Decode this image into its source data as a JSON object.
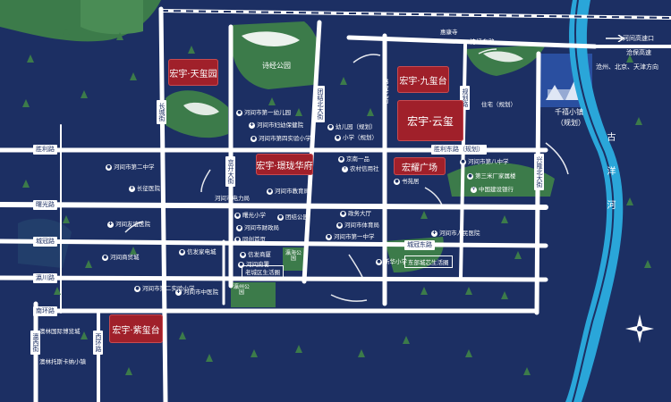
{
  "colors": {
    "background": "#1c2f63",
    "road": "#ffffff",
    "park": "#3c7b4a",
    "river": "#2aa6d9",
    "brand": "#a0202a"
  },
  "roads": {
    "shengli": "胜利路",
    "shuguang": "曙光路",
    "chengguan": "城冠路",
    "yingchuan": "瀛川路",
    "nanhuan": "南环路",
    "yingxi": "瀛西街",
    "xihuan": "西环路",
    "changsheng": "长城街",
    "jingkai": "京开大街",
    "tuanjie": "团结北大街",
    "shuyuan": "书院北街",
    "guihua": "规划路",
    "shijingdong": "诗经东路",
    "shenglidong_plan": "胜利东路（规划）",
    "xinglongbei": "兴隆北大街",
    "chengguandong": "城冠东路"
  },
  "highway": {
    "name1": "河间高速口",
    "name2": "沧保高速",
    "dest": "沧州、北京、天津方向"
  },
  "parks": {
    "shijing": "诗经公园",
    "yinghai": "瀛海公园",
    "yingzhou": "瀛州公园"
  },
  "river": {
    "name": "古洋河"
  },
  "town": {
    "name": "千禧小镇",
    "note": "（规划）"
  },
  "brands": {
    "tianxi": "宏宇·天玺园",
    "jiuxi": "宏宇·九玺台",
    "yunxi": "宏宇·云玺",
    "jinglong": "宏宇·璟珑华府",
    "zixi": "宏宇·紫玺台",
    "hongyao": "宏耀广场"
  },
  "pois": {
    "huikang": "惠康寺",
    "kindergarten1": "河间市第一幼儿园",
    "health": "河间市妇幼保健院",
    "school4": "河间市第四实验小学",
    "kindergarten": "幼儿园（规划）",
    "primary": "小学（规划）",
    "residence": "住宅（规划）",
    "jingnan": "京南一品",
    "rural": "农村信用社",
    "shuyuanju": "书苑居",
    "middle8": "河间市第八中学",
    "factory3": "第三米厂家属楼",
    "ccb": "中国建设银行",
    "middle2": "河间市第二中学",
    "changzheng": "长征医院",
    "power": "河间市电力局",
    "education": "河间市教育局",
    "youyi": "河间友谊医院",
    "shuguangschool": "曙光小学",
    "tuanjiepark": "团结公园",
    "finance": "河间市财政局",
    "agri": "同创首页",
    "govhall": "政务大厅",
    "sports": "河间市体育局",
    "middle1": "河间市第一中学",
    "renmin": "河间市人民医院",
    "shangmao": "河间商贸城",
    "xinfa": "信发商厦",
    "xinfa2": "信发家电城",
    "hejian": "河间府署",
    "xinhua": "新华小学",
    "shiyan2": "河间市第二实验小学",
    "chinesemed": "河间市中医院",
    "aolin": "澳林国际博览城",
    "aolinmall": "澳林托斯卡纳小镇"
  },
  "zones": {
    "old": "老城区生活圈",
    "east": "东部城芯生活圈"
  }
}
